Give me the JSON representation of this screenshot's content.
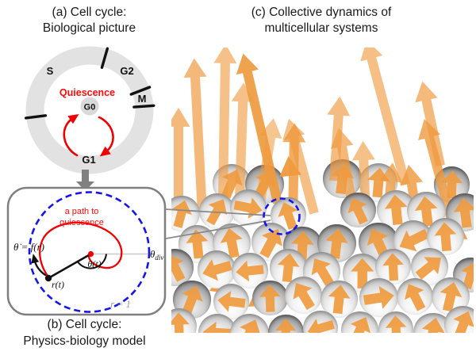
{
  "colors": {
    "arrow_orange": "#EF9A3E",
    "red": "#FF0A0A",
    "blue": "#1414EE",
    "connector_gray": "#7F7F7F",
    "ring_gray": "#E2E2E2",
    "faint_gray_text": "#9A9A9A"
  },
  "panel_a": {
    "title_line1": "(a) Cell cycle:",
    "title_line2": "Biological picture",
    "phases": {
      "s": "S",
      "g2": "G2",
      "m": "M",
      "g1": "G1",
      "g0": "G0"
    },
    "quiescence_label": "Quiescence"
  },
  "panel_b": {
    "caption_line1": "(b) Cell cycle:",
    "caption_line2": "Physics-biology model",
    "path_label_line1": "a path to",
    "path_label_line2": "quiescence",
    "rate_label": "θ̇ = f(r)",
    "theta_t_label": "θ(t)",
    "r_t_label": "r(t)",
    "theta_div": {
      "base": "θ",
      "sub": "div"
    },
    "unit_radius_label": "r = 1"
  },
  "panel_c": {
    "title_line1": "(c) Collective dynamics of",
    "title_line2": "multicellular systems"
  }
}
